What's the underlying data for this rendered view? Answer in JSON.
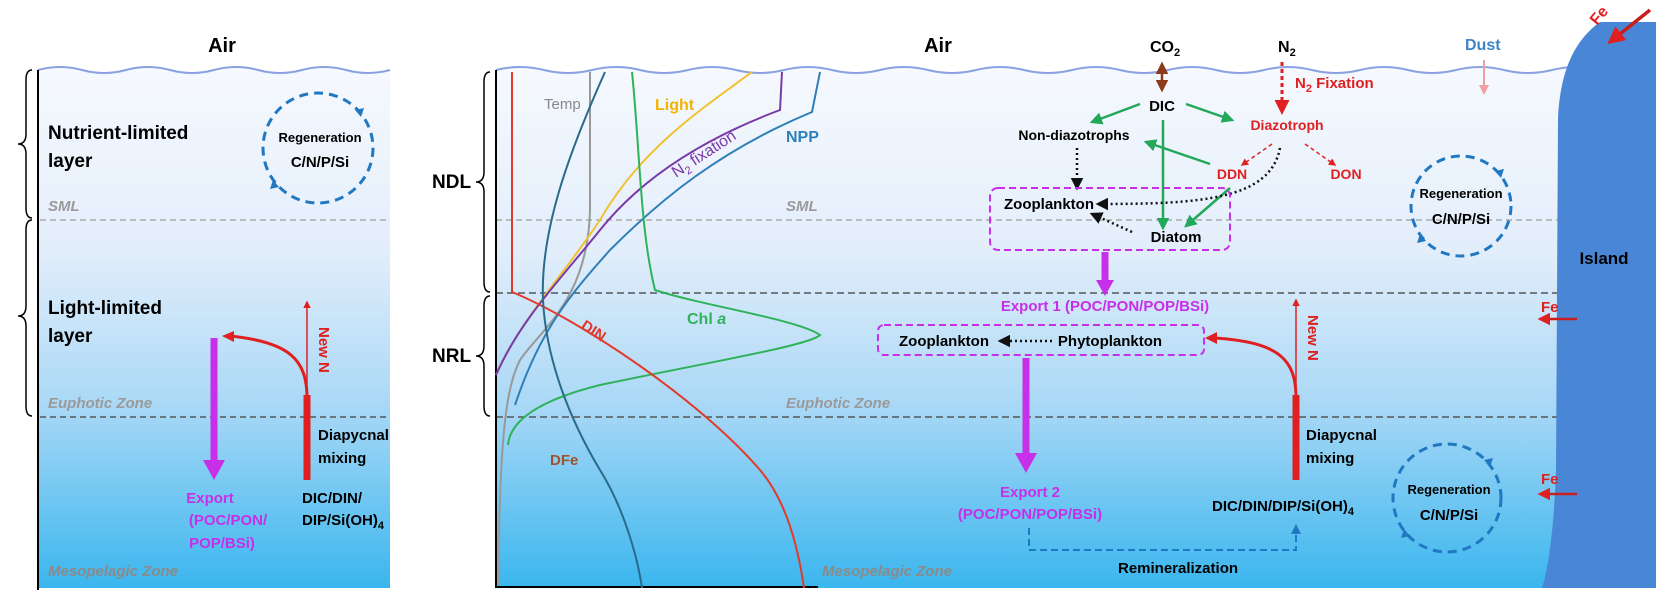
{
  "left_panel": {
    "air": "Air",
    "nutrient_limited_1": "Nutrient-limited",
    "nutrient_limited_2": "layer",
    "light_limited_1": "Light-limited",
    "light_limited_2": "layer",
    "sml": "SML",
    "euphotic": "Euphotic Zone",
    "mesopelagic": "Mesopelagic Zone",
    "regeneration": "Regeneration",
    "regen_elements": "C/N/P/Si",
    "new_n": "New N",
    "diapycnal_1": "Diapycnal",
    "diapycnal_2": "mixing",
    "export_1": "Export",
    "export_2": "(POC/PON/",
    "export_3": "POP/BSi)",
    "nutrients_1": "DIC/DIN/",
    "nutrients_2": "DIP/Si(OH)",
    "nutrients_sub": "4"
  },
  "profile_panel": {
    "ndl": "NDL",
    "nrl": "NRL",
    "temp": "Temp",
    "light": "Light",
    "n2_fixation_n": "N",
    "n2_fixation_sub": "2",
    "n2_fixation_rest": " fixation",
    "npp": "NPP",
    "chl": "Chl ",
    "chl_a": "a",
    "din": "DIN",
    "dfe": "DFe"
  },
  "right_panel": {
    "air": "Air",
    "co2_main": "CO",
    "co2_sub": "2",
    "n2_main": "N",
    "n2_sub": "2",
    "dust": "Dust",
    "fe": "Fe",
    "dic": "DIC",
    "n2_fix_main": "N",
    "n2_fix_sub": "2",
    "n2_fix_rest": " Fixation",
    "diazotroph": "Diazotroph",
    "non_diazotrophs": "Non-diazotrophs",
    "ddn": "DDN",
    "don": "DON",
    "zooplankton_upper": "Zooplankton",
    "diatom": "Diatom",
    "sml": "SML",
    "export1": "Export 1 (POC/PON/POP/BSi)",
    "zooplankton_lower": "Zooplankton",
    "phytoplankton": "Phytoplankton",
    "euphotic": "Euphotic Zone",
    "mesopelagic": "Mesopelagic Zone",
    "export2_1": "Export 2",
    "export2_2": "(POC/PON/POP/BSi)",
    "new_n": "New N",
    "diapycnal_1": "Diapycnal",
    "diapycnal_2": "mixing",
    "nutrients_main": "DIC/DIN/DIP/Si(OH)",
    "nutrients_sub": "4",
    "remineralization": "Remineralization",
    "regeneration": "Regeneration",
    "regen_elements": "C/N/P/Si",
    "island": "Island"
  },
  "colors": {
    "water_top": "#f4f8fe",
    "water_bottom": "#3db7ee",
    "red": "#e02020",
    "magenta": "#c72fe8",
    "green": "#22a858",
    "blue_dashed": "#1f78c1",
    "brown": "#8b3a1a",
    "island": "#4a86d6",
    "temp": "#999999",
    "light": "#f2c12e",
    "n2fix": "#7a3aa8",
    "npp": "#2e7fb8",
    "chl": "#2fb25a",
    "din": "#e23a2a",
    "dfe": "#2a6a8a",
    "dust": "#3d85c6"
  }
}
